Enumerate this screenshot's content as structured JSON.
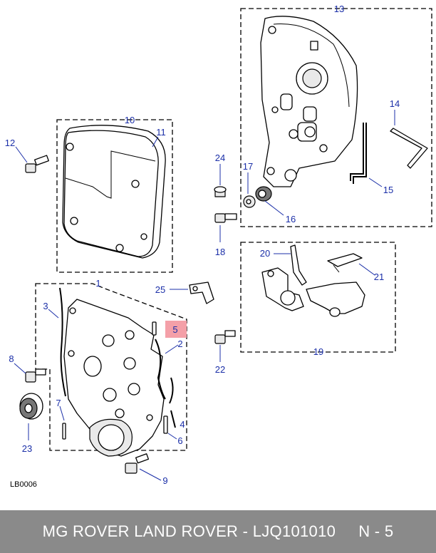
{
  "diagram_code": "LB0006",
  "highlight_color": "#f4a0a8",
  "callout_color": "#1b2fa8",
  "callouts": {
    "c1": "1",
    "c2": "2",
    "c3": "3",
    "c4": "4",
    "c5": "5",
    "c6": "6",
    "c7": "7",
    "c8": "8",
    "c9": "9",
    "c10": "10",
    "c11": "11",
    "c12": "12",
    "c13": "13",
    "c14": "14",
    "c15": "15",
    "c16": "16",
    "c17": "17",
    "c18": "18",
    "c19": "19",
    "c20": "20",
    "c21": "21",
    "c22": "22",
    "c23": "23",
    "c24": "24",
    "c25": "25"
  },
  "footer": {
    "text": "MG ROVER LAND ROVER - LJQ101010     N - 5"
  }
}
